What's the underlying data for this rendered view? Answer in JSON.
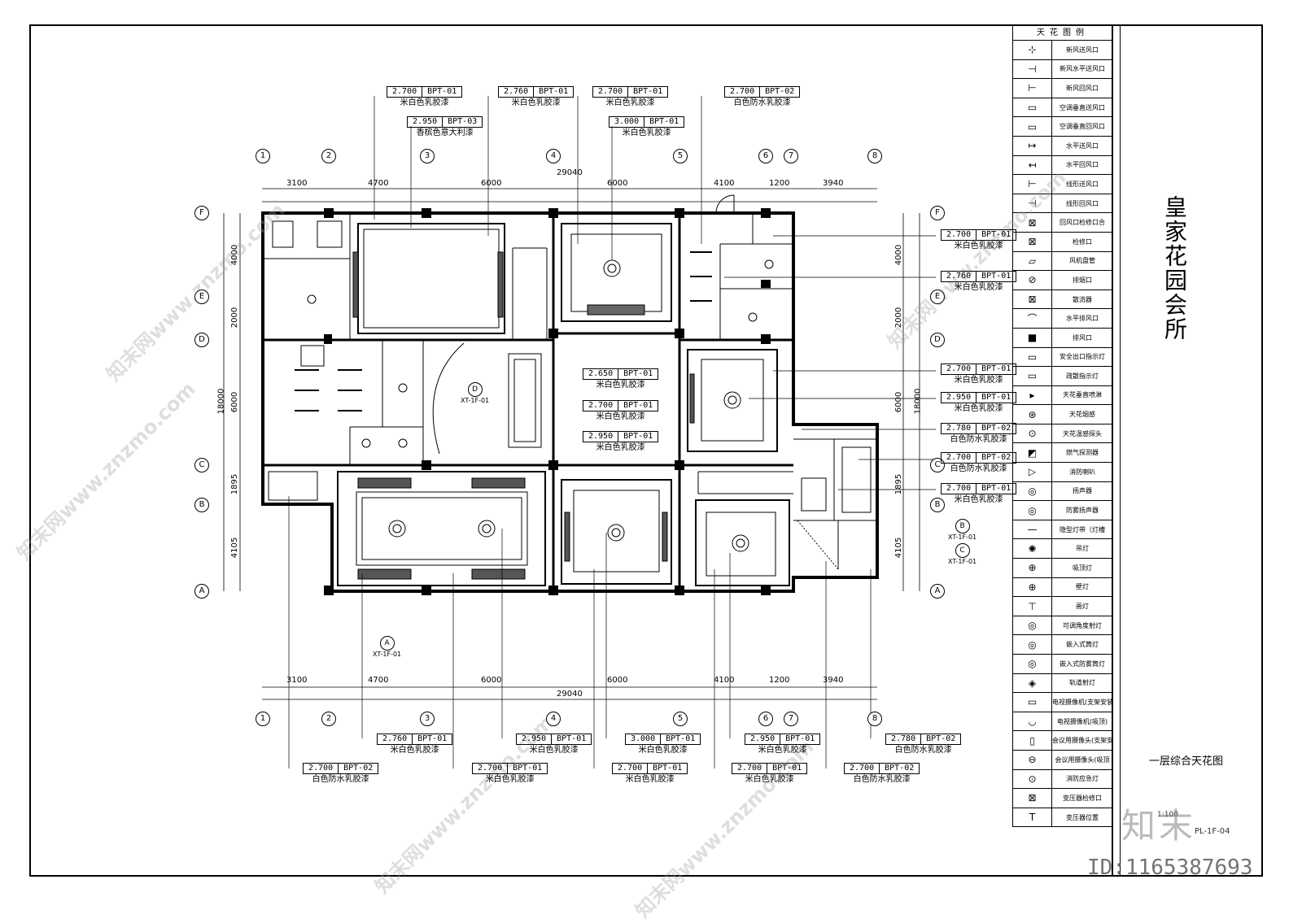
{
  "project_title": "皇家花园会所",
  "drawing_title": "一层综合天花图",
  "scale": "1:100",
  "drawing_no": "PL-1F-04",
  "watermark": {
    "logo": "知末",
    "id": "ID:1165387693",
    "site": "知末网www.znzmo.com"
  },
  "legend": {
    "title": "天花图例",
    "items": [
      {
        "icon": "fresh-air-supply-icon",
        "label": "新风送风口"
      },
      {
        "icon": "fresh-air-horizontal-supply-icon",
        "label": "新风水平送风口"
      },
      {
        "icon": "fresh-air-return-icon",
        "label": "新风回风口"
      },
      {
        "icon": "ac-vertical-supply-icon",
        "label": "空调垂直送风口"
      },
      {
        "icon": "ac-vertical-return-icon",
        "label": "空调垂直回风口"
      },
      {
        "icon": "horizontal-supply-icon",
        "label": "水平送风口"
      },
      {
        "icon": "horizontal-return-icon",
        "label": "水平回风口"
      },
      {
        "icon": "linear-supply-icon",
        "label": "线形送风口"
      },
      {
        "icon": "linear-return-icon",
        "label": "线形回风口"
      },
      {
        "icon": "return-access-icon",
        "label": "回风口检修口合"
      },
      {
        "icon": "access-panel-icon",
        "label": "检修口"
      },
      {
        "icon": "fan-coil-icon",
        "label": "风机盘管"
      },
      {
        "icon": "smoke-exhaust-icon",
        "label": "排烟口"
      },
      {
        "icon": "diffuser-icon",
        "label": "散流器"
      },
      {
        "icon": "horizontal-exhaust-icon",
        "label": "水平排风口"
      },
      {
        "icon": "exhaust-icon",
        "label": "排风口"
      },
      {
        "icon": "exit-sign-icon",
        "label": "安全出口指示灯"
      },
      {
        "icon": "evacuation-sign-icon",
        "label": "疏散指示灯"
      },
      {
        "icon": "sprinkler-icon",
        "label": "天花垂直喷淋"
      },
      {
        "icon": "smoke-detector-icon",
        "label": "天花烟感"
      },
      {
        "icon": "heat-detector-icon",
        "label": "天花温感探头"
      },
      {
        "icon": "gas-detector-icon",
        "label": "燃气探测器"
      },
      {
        "icon": "fire-speaker-icon",
        "label": "消防喇叭"
      },
      {
        "icon": "speaker-icon",
        "label": "扬声器"
      },
      {
        "icon": "fog-speaker-icon",
        "label": "防雾扬声器"
      },
      {
        "icon": "led-strip-icon",
        "label": "隐型灯带（灯槽"
      },
      {
        "icon": "chandelier-icon",
        "label": "吊灯"
      },
      {
        "icon": "ceiling-light-icon",
        "label": "吸顶灯"
      },
      {
        "icon": "wall-light-icon",
        "label": "壁灯"
      },
      {
        "icon": "picture-light-icon",
        "label": "画灯"
      },
      {
        "icon": "spotlight-icon",
        "label": "可调角度射灯"
      },
      {
        "icon": "downlight-icon",
        "label": "嵌入式筒灯"
      },
      {
        "icon": "fog-downlight-icon",
        "label": "嵌入式防雾筒灯"
      },
      {
        "icon": "track-light-icon",
        "label": "轨道射灯"
      },
      {
        "icon": "tv-camera-bracket-icon",
        "label": "电视摄像机(支架安装"
      },
      {
        "icon": "tv-camera-ceiling-icon",
        "label": "电视摄像机(吸顶)"
      },
      {
        "icon": "meeting-camera-bracket-icon",
        "label": "会议用摄像头(支架安装"
      },
      {
        "icon": "meeting-camera-ceiling-icon",
        "label": "会议用摄像头(吸顶"
      },
      {
        "icon": "emergency-light-icon",
        "label": "消防应急灯"
      },
      {
        "icon": "transformer-access-icon",
        "label": "变压器检修口"
      },
      {
        "icon": "transformer-icon",
        "label": "变压器位置"
      }
    ]
  },
  "grid": {
    "columns": [
      "1",
      "2",
      "3",
      "4",
      "5",
      "6",
      "7",
      "8"
    ],
    "rows": [
      "F",
      "E",
      "D",
      "C",
      "B",
      "A"
    ],
    "top_dims": [
      "3100",
      "4700",
      "6000",
      "6000",
      "4100",
      "1200",
      "3940"
    ],
    "total_width": "29040",
    "side_dims": [
      "4000",
      "2000",
      "6000",
      "1895",
      "4105"
    ],
    "total_height": "18000"
  },
  "tags_top": [
    {
      "h": "2.700",
      "c": "BPT-01",
      "d": "米白色乳胶漆"
    },
    {
      "h": "2.950",
      "c": "BPT-03",
      "d": "香槟色意大利漆"
    },
    {
      "h": "2.760",
      "c": "BPT-01",
      "d": "米白色乳胶漆"
    },
    {
      "h": "2.700",
      "c": "BPT-01",
      "d": "米白色乳胶漆"
    },
    {
      "h": "3.000",
      "c": "BPT-01",
      "d": "米白色乳胶漆"
    },
    {
      "h": "2.700",
      "c": "BPT-02",
      "d": "白色防水乳胶漆"
    }
  ],
  "tags_center": [
    {
      "h": "2.650",
      "c": "BPT-01",
      "d": "米白色乳胶漆"
    },
    {
      "h": "2.700",
      "c": "BPT-01",
      "d": "米白色乳胶漆"
    },
    {
      "h": "2.950",
      "c": "BPT-01",
      "d": "米白色乳胶漆"
    }
  ],
  "tags_right": [
    {
      "h": "2.700",
      "c": "BPT-01",
      "d": "米白色乳胶漆"
    },
    {
      "h": "2.760",
      "c": "BPT-01",
      "d": "米白色乳胶漆"
    },
    {
      "h": "2.700",
      "c": "BPT-01",
      "d": "米白色乳胶漆"
    },
    {
      "h": "2.950",
      "c": "BPT-01",
      "d": "米白色乳胶漆"
    },
    {
      "h": "2.780",
      "c": "BPT-02",
      "d": "白色防水乳胶漆"
    },
    {
      "h": "2.700",
      "c": "BPT-02",
      "d": "白色防水乳胶漆"
    },
    {
      "h": "2.700",
      "c": "BPT-01",
      "d": "米白色乳胶漆"
    }
  ],
  "tags_bottom": [
    {
      "h": "2.760",
      "c": "BPT-01",
      "d": "米白色乳胶漆"
    },
    {
      "h": "2.950",
      "c": "BPT-01",
      "d": "米白色乳胶漆"
    },
    {
      "h": "3.000",
      "c": "BPT-01",
      "d": "米白色乳胶漆"
    },
    {
      "h": "2.950",
      "c": "BPT-01",
      "d": "米白色乳胶漆"
    },
    {
      "h": "2.780",
      "c": "BPT-02",
      "d": "白色防水乳胶漆"
    },
    {
      "h": "2.700",
      "c": "BPT-02",
      "d": "白色防水乳胶漆"
    },
    {
      "h": "2.700",
      "c": "BPT-01",
      "d": "米白色乳胶漆"
    },
    {
      "h": "2.700",
      "c": "BPT-01",
      "d": "米白色乳胶漆"
    },
    {
      "h": "2.700",
      "c": "BPT-01",
      "d": "米白色乳胶漆"
    },
    {
      "h": "2.700",
      "c": "BPT-02",
      "d": "白色防水乳胶漆"
    }
  ],
  "section_marks": [
    {
      "letter": "D",
      "ref": "XT-1F-01"
    },
    {
      "letter": "B",
      "ref": "XT-1F-01"
    },
    {
      "letter": "C",
      "ref": "XT-1F-01"
    },
    {
      "letter": "A",
      "ref": "XT-1F-01"
    }
  ]
}
